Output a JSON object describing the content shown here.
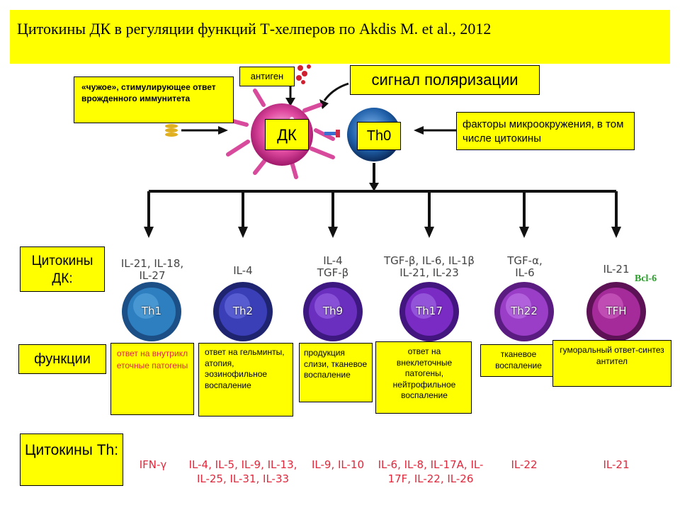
{
  "title": "Цитокины ДК в регуляции функций Т-хелперов по Akdis M. et al., 2012",
  "top": {
    "antigen": "антиген",
    "polarization": "сигнал поляризации",
    "foreign": "«чужое», стимулирующее ответ врожденного иммунитета",
    "dc": "ДК",
    "th0": "Th0",
    "microenv": "факторы микроокружения, в том числе цитокины"
  },
  "row_labels": {
    "dc_cytokines": "Цитокины ДК:",
    "functions": "функции",
    "th_cytokines": "Цитокины Th:"
  },
  "bcl6": "Bcl-6",
  "cells": [
    {
      "name": "Th1",
      "dc_cytokines": "IL-21, IL-18, IL-27",
      "function": "ответ на внутриклеточные патогены",
      "th_cytokines": "IFN-γ",
      "color": "#2d7fc0"
    },
    {
      "name": "Th2",
      "dc_cytokines": "IL-4",
      "function": "ответ на гельминты, атопия, эозинофильное воспаление",
      "th_cytokines": "IL-4, IL-5, IL-9, IL-13, IL-25, IL-31, IL-33",
      "color": "#3a3fb8"
    },
    {
      "name": "Th9",
      "dc_cytokines": "IL-4 TGF-β",
      "function": "продукция слизи, тканевое воспаление",
      "th_cytokines": "IL-9, IL-10",
      "color": "#6b2fbf"
    },
    {
      "name": "Th17",
      "dc_cytokines": "TGF-β, IL-6, IL-1β IL-21, IL-23",
      "function": "ответ на внеклеточные патогены, нейтрофильное воспаление",
      "th_cytokines": "IL-6, IL-8, IL-17A, IL-17F, IL-22, IL-26",
      "color": "#7a2bc4"
    },
    {
      "name": "Th22",
      "dc_cytokines": "TGF-α, IL-6",
      "function": "тканевое воспаление",
      "th_cytokines": "IL-22",
      "color": "#9a3ec8"
    },
    {
      "name": "TFH",
      "dc_cytokines": "IL-21",
      "function": "гуморальный ответ-синтез антител",
      "th_cytokines": "IL-21",
      "color": "#a52b9a"
    }
  ],
  "colors": {
    "highlight": "#ffff00",
    "dc_body": "#e04aa0",
    "th0_body": "#1f5fa8",
    "red_text": "#e0283c",
    "bcl6": "#2a9d2a"
  }
}
